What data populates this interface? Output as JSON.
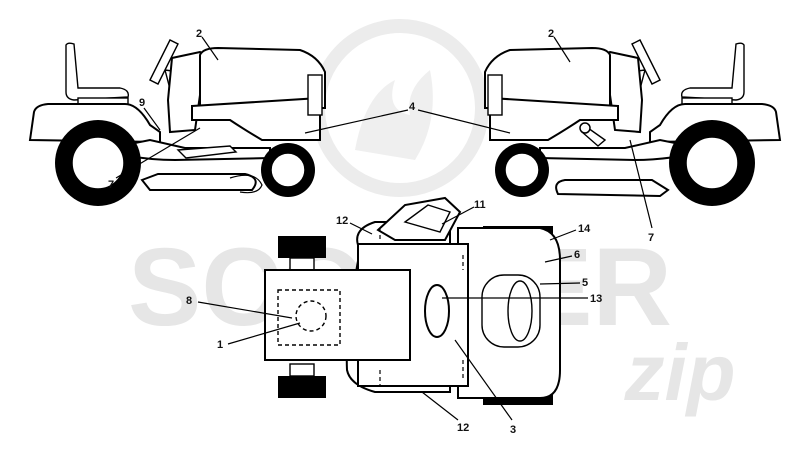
{
  "watermark": {
    "brand": "SCOOTER",
    "sub": "zip"
  },
  "callouts": {
    "left_view": {
      "c2": "2",
      "c4": "4",
      "c7": "7",
      "c9": "9"
    },
    "right_view": {
      "c2": "2",
      "c7": "7"
    },
    "top_view": {
      "c1": "1",
      "c3": "3",
      "c5": "5",
      "c6": "6",
      "c8": "8",
      "c11": "11",
      "c12a": "12",
      "c12b": "12",
      "c13": "13",
      "c14": "14"
    }
  }
}
